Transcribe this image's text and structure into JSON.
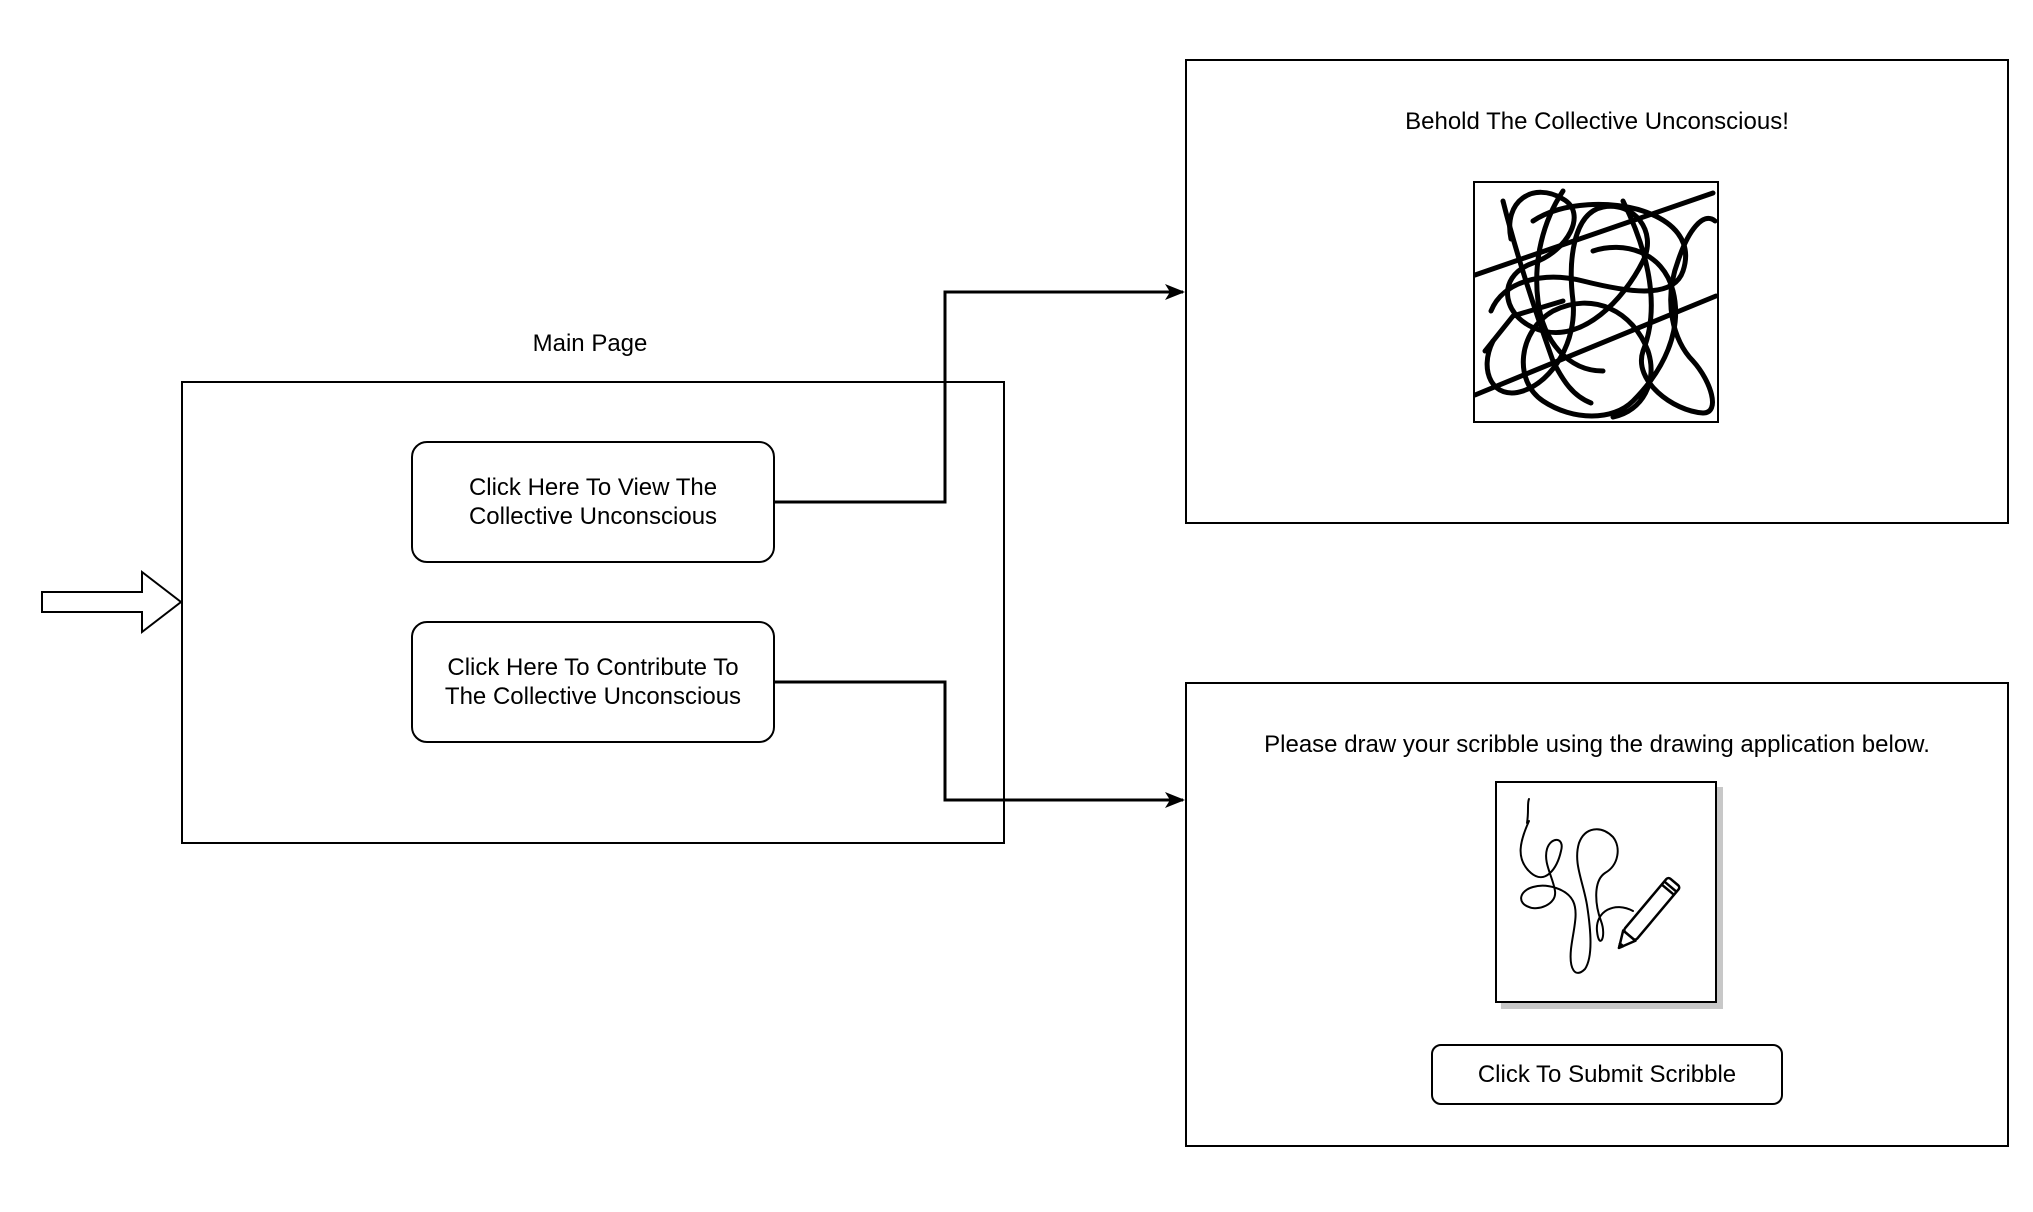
{
  "main_page": {
    "title": "Main Page",
    "view_button": "Click Here To View The\nCollective Unconscious",
    "contribute_button": "Click Here To Contribute To\nThe Collective Unconscious"
  },
  "view_page": {
    "title": "Behold The Collective Unconscious!",
    "image_icon": "scribble-image"
  },
  "contribute_page": {
    "instruction": "Please draw your scribble using the drawing application below.",
    "canvas_icon": "drawing-canvas-pencil-icon",
    "submit_button": "Click To Submit Scribble"
  },
  "entry_arrow_icon": "entry-arrow-icon",
  "colors": {
    "stroke": "#000000",
    "background": "#ffffff",
    "shadow": "#c8c8c8"
  }
}
